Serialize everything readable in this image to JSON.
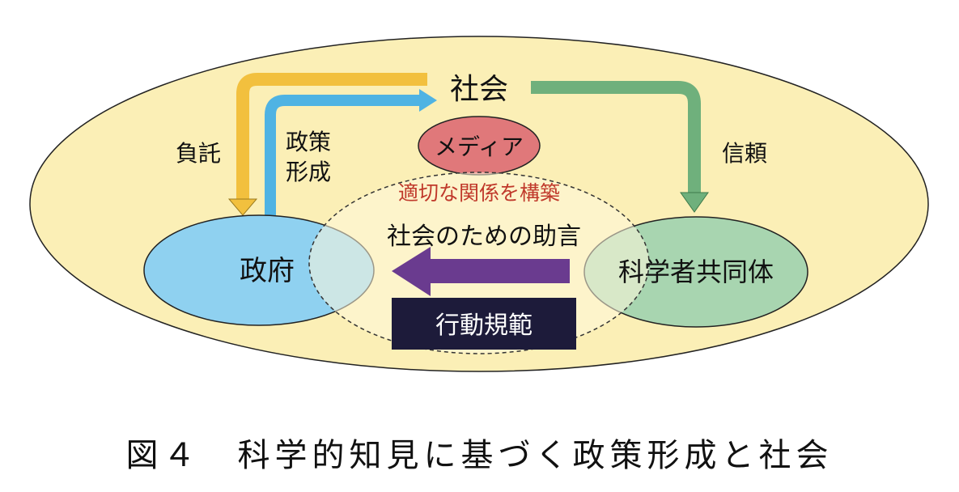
{
  "diagram": {
    "society_label": "社会",
    "media_label": "メディア",
    "entrust_label": "負託",
    "policy_label_line1": "政策",
    "policy_label_line2": "形成",
    "trust_label": "信頼",
    "relationship_label": "適切な関係を構築",
    "advice_label": "社会のための助言",
    "government_label": "政府",
    "science_label": "科学者共同体",
    "conduct_label": "行動規範"
  },
  "caption": "図４　科学的知見に基づく政策形成と社会",
  "colors": {
    "society_fill": "#fbefb6",
    "government_fill": "#8fd1f0",
    "science_fill": "#a8d5b0",
    "media_fill": "#e0787a",
    "entrust_arrow": "#f2c03e",
    "policy_arrow": "#4fb3e3",
    "trust_arrow": "#6fb07c",
    "advice_arrow": "#6a3b8f",
    "conduct_box": "#1d1b3a",
    "relationship_text": "#c0392b"
  }
}
